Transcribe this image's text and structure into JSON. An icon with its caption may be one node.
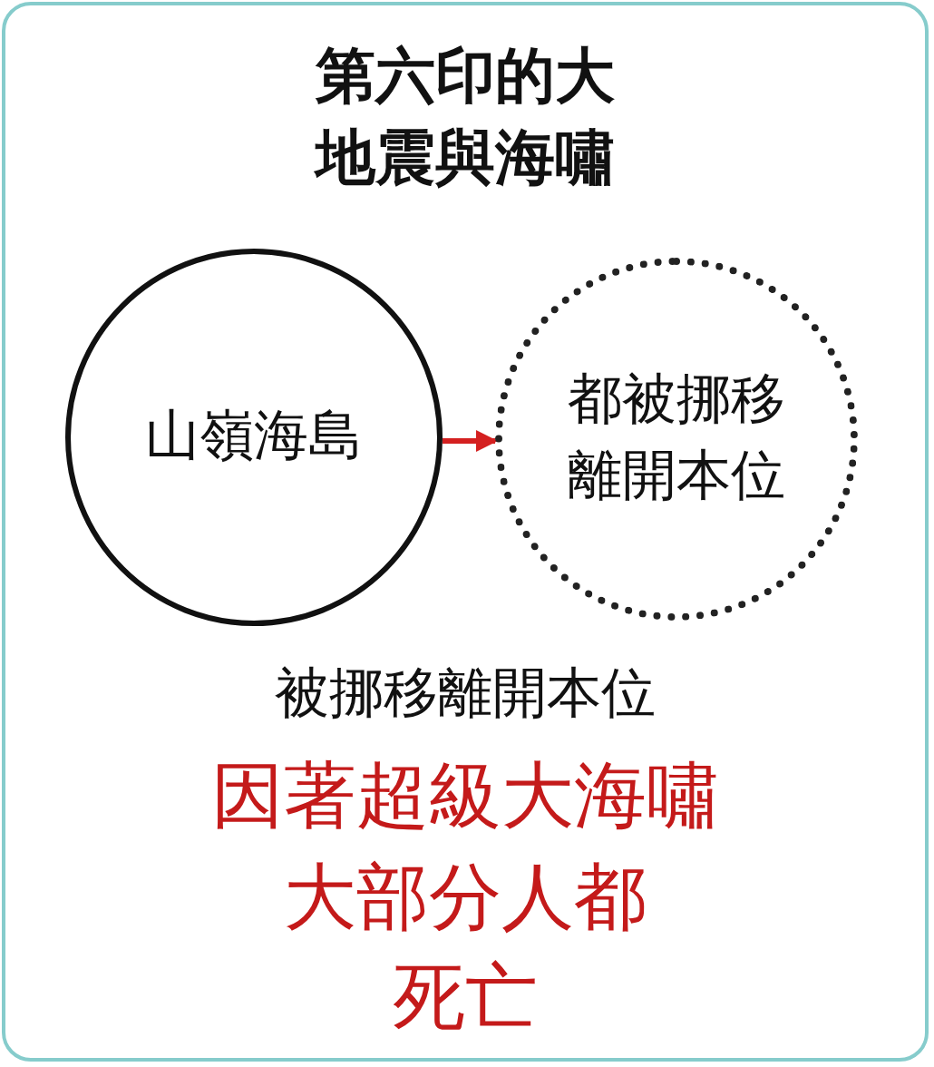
{
  "diagram": {
    "title": "第六印的大地震與海嘯",
    "nodes": [
      {
        "text": [
          "山嶺海島"
        ]
      },
      {
        "text": [
          "都被挪移離開本位"
        ]
      }
    ],
    "edges": [
      {
        "from": 0,
        "to": 1,
        "arrow": "to",
        "color": "#d42020"
      }
    ],
    "labels": [
      "被挪移離開本位",
      "因著超級大海嘯",
      "大部分人都",
      "死亡"
    ]
  }
}
